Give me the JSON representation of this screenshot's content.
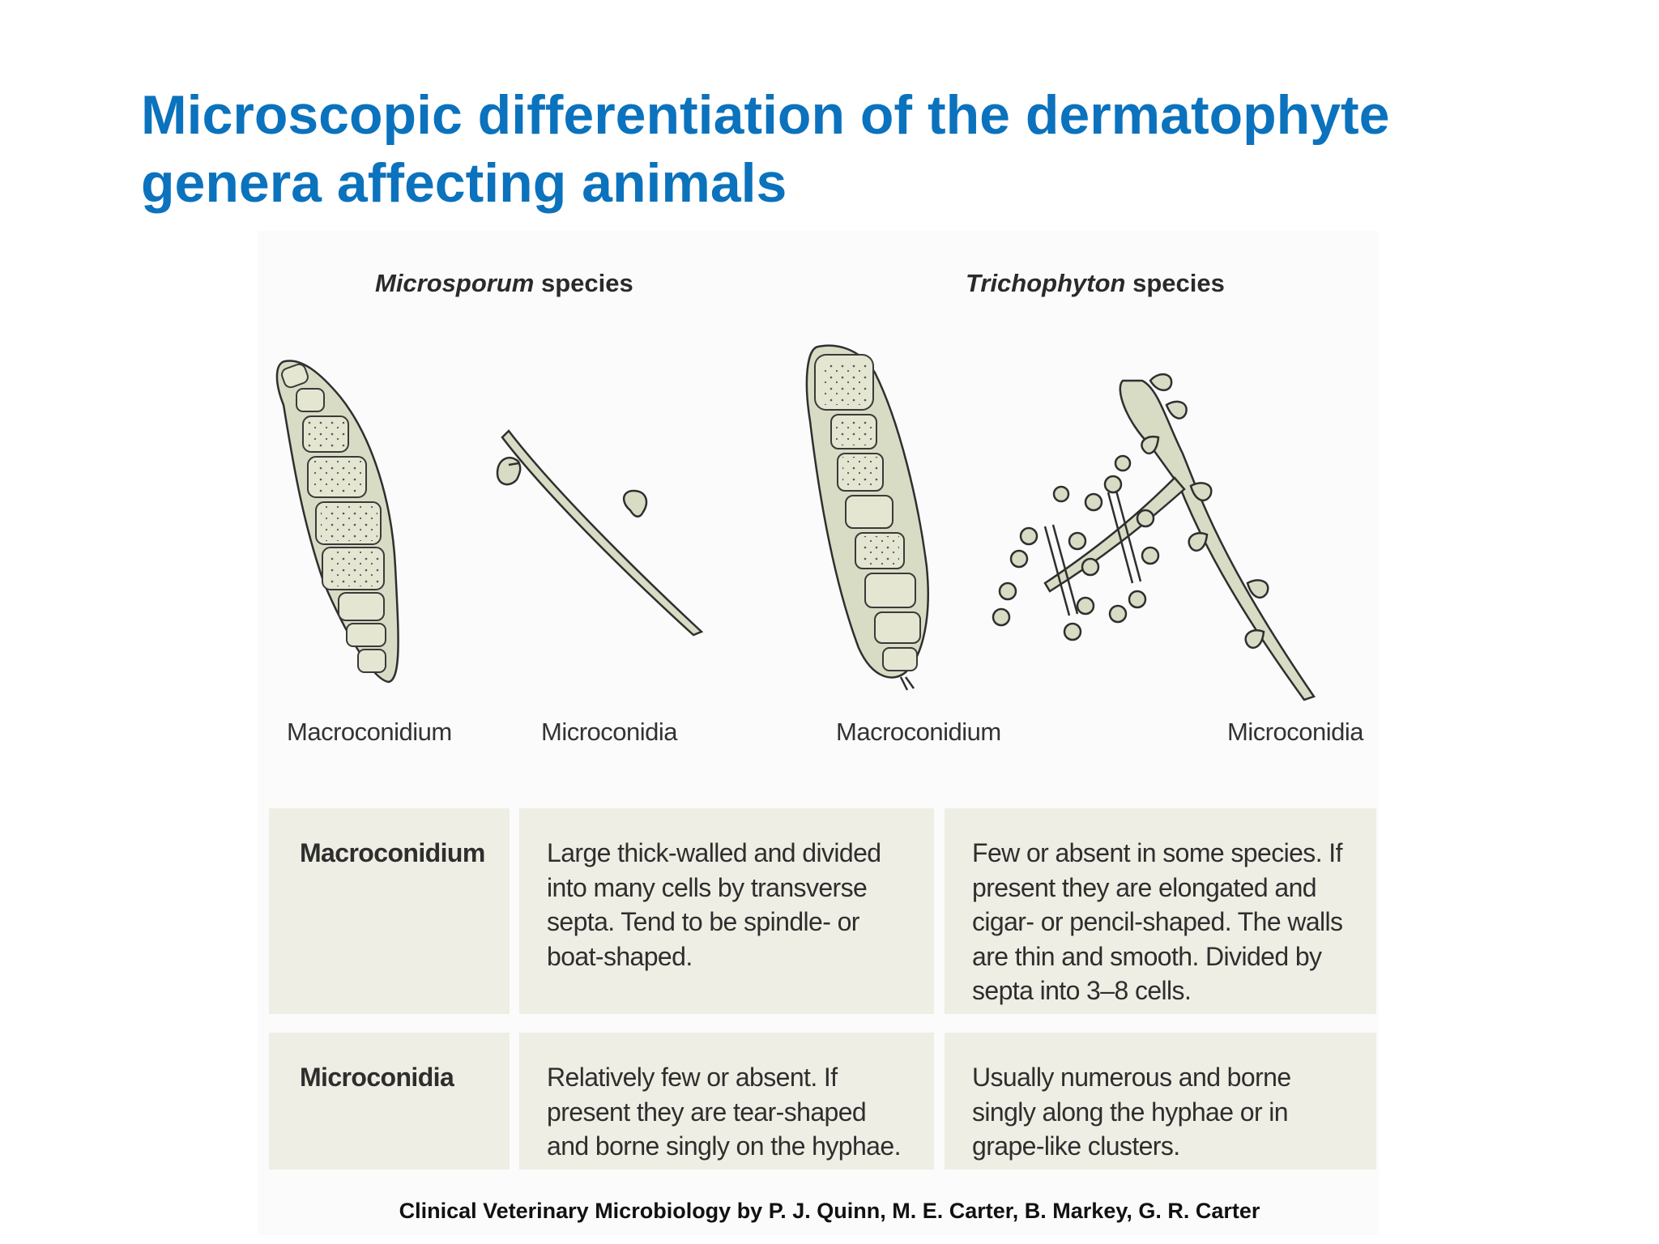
{
  "title": {
    "line1": "Microscopic differentiation of the dermatophyte",
    "line2": "genera affecting animals"
  },
  "figure": {
    "groups": [
      {
        "genus": "Microsporum",
        "suffix": " species"
      },
      {
        "genus": "Trichophyton",
        "suffix": " species"
      }
    ],
    "labels": [
      "Macroconidium",
      "Microconidia",
      "Macroconidium",
      "Microconidia"
    ],
    "colors": {
      "fill": "#d9dcc4",
      "stroke": "#2f2f2f"
    }
  },
  "table": {
    "rows": [
      {
        "header": "Macroconidium",
        "microsporum": "Large thick-walled and divided into many cells by transverse septa. Tend to be spindle- or boat-shaped.",
        "trichophyton": "Few or absent in some species. If present they are elongated and cigar- or pencil-shaped. The walls are thin and smooth. Divided by septa into 3–8 cells."
      },
      {
        "header": "Microconidia",
        "microsporum": "Relatively few or absent. If present they are tear-shaped and borne singly on the hyphae.",
        "trichophyton": "Usually numerous and borne singly along the hyphae or in grape-like clusters."
      }
    ],
    "cell_color": "#efeee4"
  },
  "citation": "Clinical Veterinary Microbiology by P. J. Quinn, M. E. Carter, B. Markey, G. R. Carter"
}
